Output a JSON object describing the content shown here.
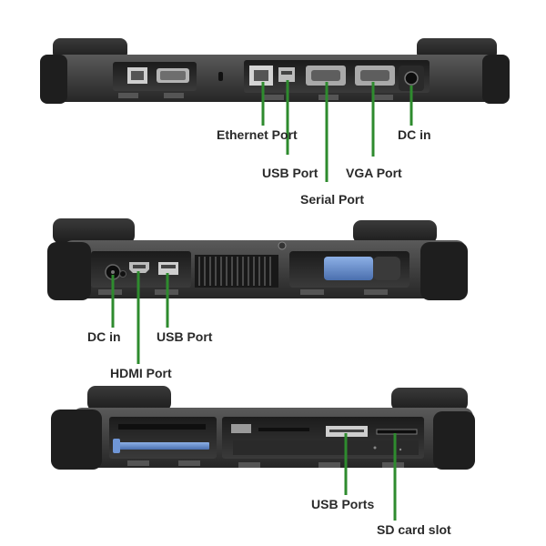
{
  "panels": [
    {
      "id": "rear-view",
      "callouts": [
        {
          "id": "ethernet",
          "label": "Ethernet Port"
        },
        {
          "id": "usb",
          "label": "USB Port"
        },
        {
          "id": "serial",
          "label": "Serial Port"
        },
        {
          "id": "vga",
          "label": "VGA Port"
        },
        {
          "id": "dc",
          "label": "DC in"
        }
      ]
    },
    {
      "id": "left-side-view",
      "callouts": [
        {
          "id": "dc",
          "label": "DC in"
        },
        {
          "id": "hdmi",
          "label": "HDMI Port"
        },
        {
          "id": "usb",
          "label": "USB Port"
        }
      ]
    },
    {
      "id": "right-side-view",
      "callouts": [
        {
          "id": "usb-ports",
          "label": "USB Ports"
        },
        {
          "id": "sd-card",
          "label": "SD card slot"
        }
      ]
    }
  ],
  "colors": {
    "callout_line": "#2e8b2e",
    "label_text": "#2a2a2a",
    "chassis_dark": "#2b2b2b",
    "chassis_mid": "#4a4a4a",
    "port_grey": "#8a8a8a",
    "battery_blue": "#5b82c0"
  }
}
